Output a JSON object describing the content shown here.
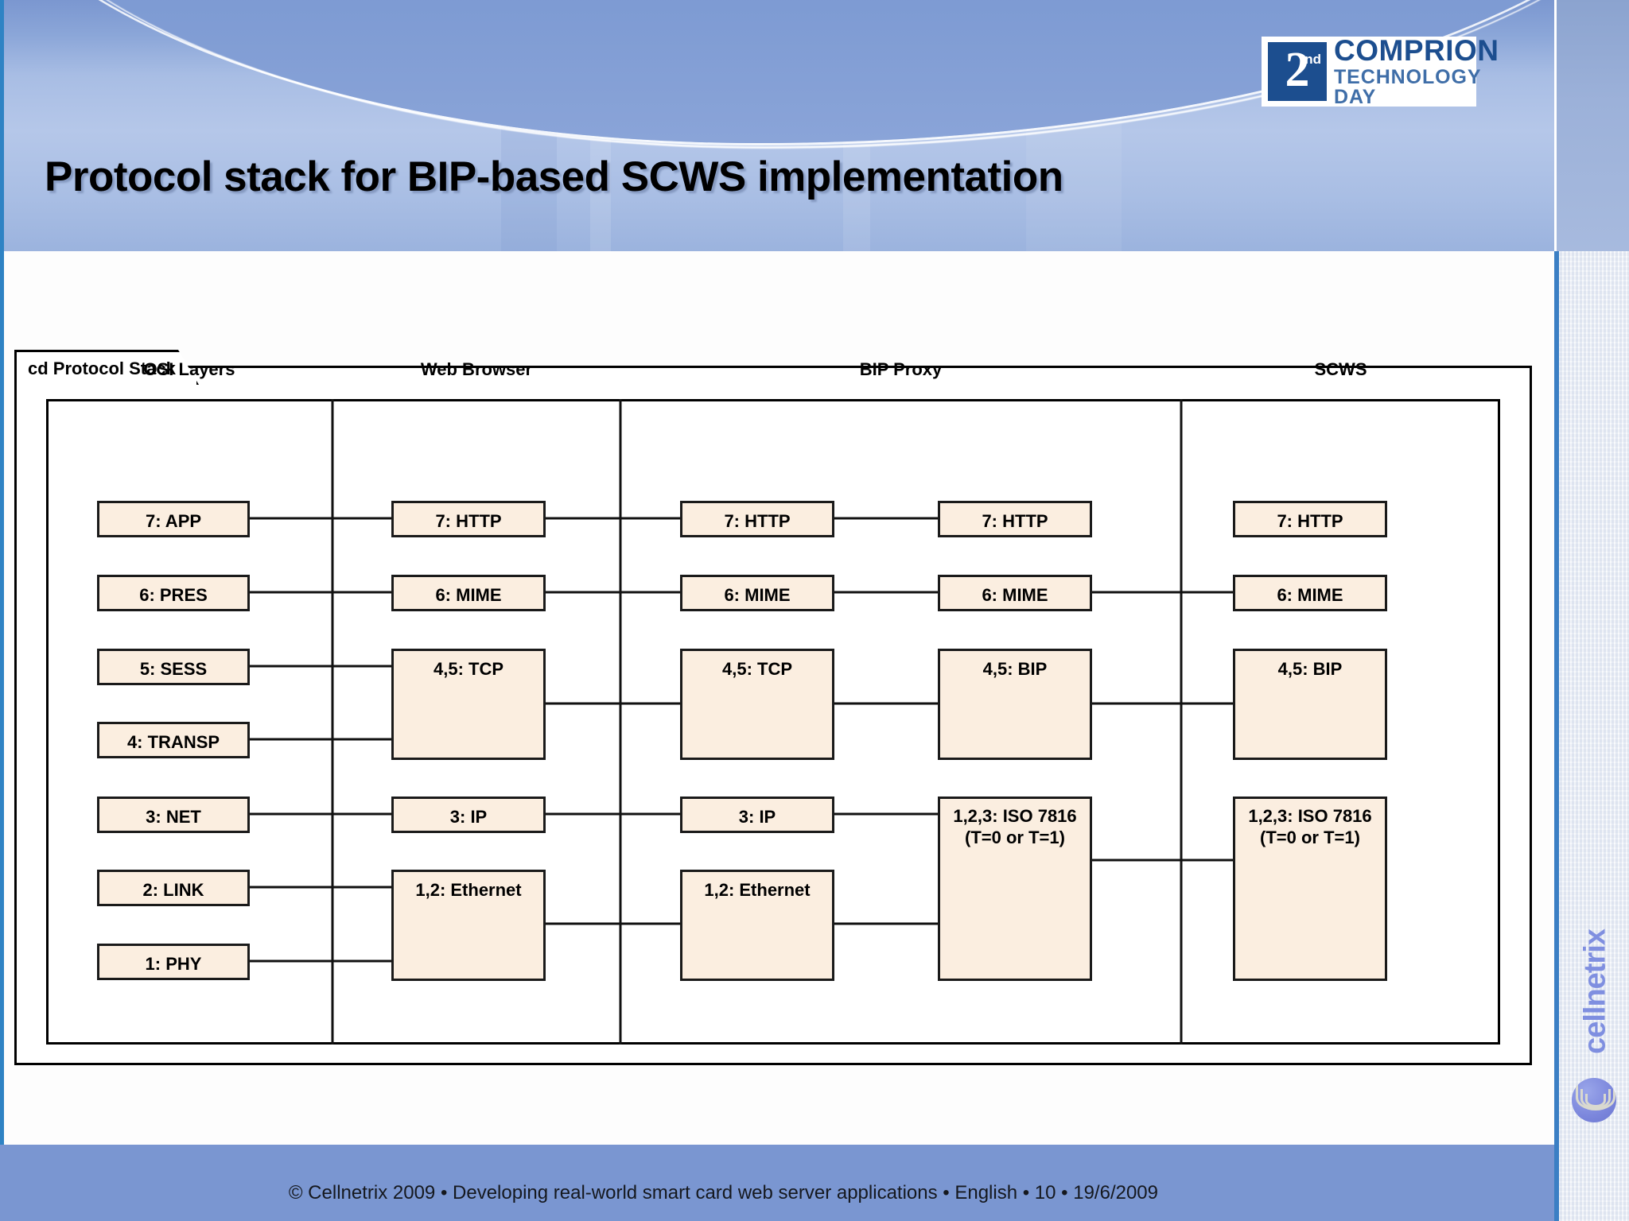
{
  "header": {
    "title": "Protocol stack for BIP-based SCWS implementation",
    "logo": {
      "badge_number": "2",
      "badge_ordinal": "nd",
      "line1": "COMPRION",
      "line2": "TECHNOLOGY DAY"
    }
  },
  "diagram": {
    "tab_label": "cd Protocol Stack",
    "columns": [
      {
        "id": "osi",
        "label": "OSI Layers"
      },
      {
        "id": "browser",
        "label": "Web Browser"
      },
      {
        "id": "proxy",
        "label": "BIP Proxy"
      },
      {
        "id": "scws",
        "label": "SCWS"
      }
    ],
    "nodes": {
      "osi": [
        {
          "label": "7: APP"
        },
        {
          "label": "6: PRES"
        },
        {
          "label": "5: SESS"
        },
        {
          "label": "4: TRANSP"
        },
        {
          "label": "3: NET"
        },
        {
          "label": "2: LINK"
        },
        {
          "label": "1: PHY"
        }
      ],
      "browser": [
        {
          "label": "7: HTTP"
        },
        {
          "label": "6: MIME"
        },
        {
          "label": "4,5: TCP"
        },
        {
          "label": "3: IP"
        },
        {
          "label": "1,2: Ethernet"
        }
      ],
      "proxy_left": [
        {
          "label": "7: HTTP"
        },
        {
          "label": "6: MIME"
        },
        {
          "label": "4,5: TCP"
        },
        {
          "label": "3: IP"
        },
        {
          "label": "1,2: Ethernet"
        }
      ],
      "proxy_right": [
        {
          "label": "7: HTTP"
        },
        {
          "label": "6: MIME"
        },
        {
          "label": "4,5: BIP"
        },
        {
          "label": "1,2,3: ISO 7816",
          "label2": "(T=0 or T=1)"
        }
      ],
      "scws": [
        {
          "label": "7: HTTP"
        },
        {
          "label": "6: MIME"
        },
        {
          "label": "4,5: BIP"
        },
        {
          "label": "1,2,3: ISO 7816",
          "label2": "(T=0 or T=1)"
        }
      ]
    }
  },
  "sidebar": {
    "brand": "cellnetrix"
  },
  "footer": {
    "text": "© Cellnetrix 2009 • Developing  real-world  smart  card  web  server  applications • English •  10 •  19/6/2009"
  },
  "colors": {
    "node_fill": "#fbeee0",
    "node_border": "#1a1a1a",
    "header_blue": "#8ba6d8",
    "footer_blue": "#7a96d1",
    "accent_blue": "#2f83c4",
    "logo_blue": "#1c4e8f",
    "brand_violet": "#7f8fe0"
  }
}
